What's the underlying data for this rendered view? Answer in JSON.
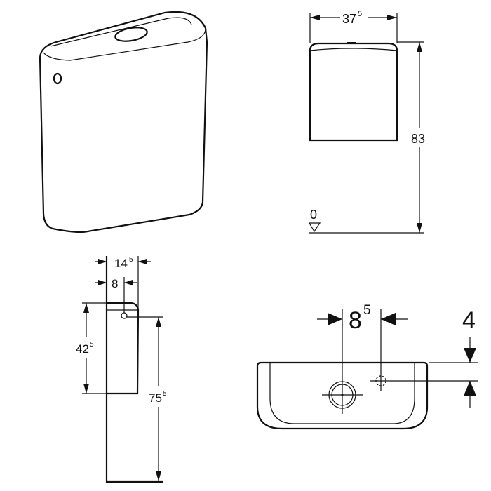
{
  "colors": {
    "line": "#111111",
    "background": "#ffffff"
  },
  "front_view": {
    "width": {
      "main": "37",
      "sup": "5"
    },
    "height": "83",
    "floor_level": "0"
  },
  "side_view": {
    "depth": {
      "main": "14",
      "sup": "5"
    },
    "hole_offset": "8",
    "tank_height": {
      "main": "42",
      "sup": "5"
    },
    "hole_height": {
      "main": "75",
      "sup": "5"
    }
  },
  "top_view": {
    "hole_distance": {
      "main": "8",
      "sup": "5"
    },
    "hole_offset": "4"
  }
}
